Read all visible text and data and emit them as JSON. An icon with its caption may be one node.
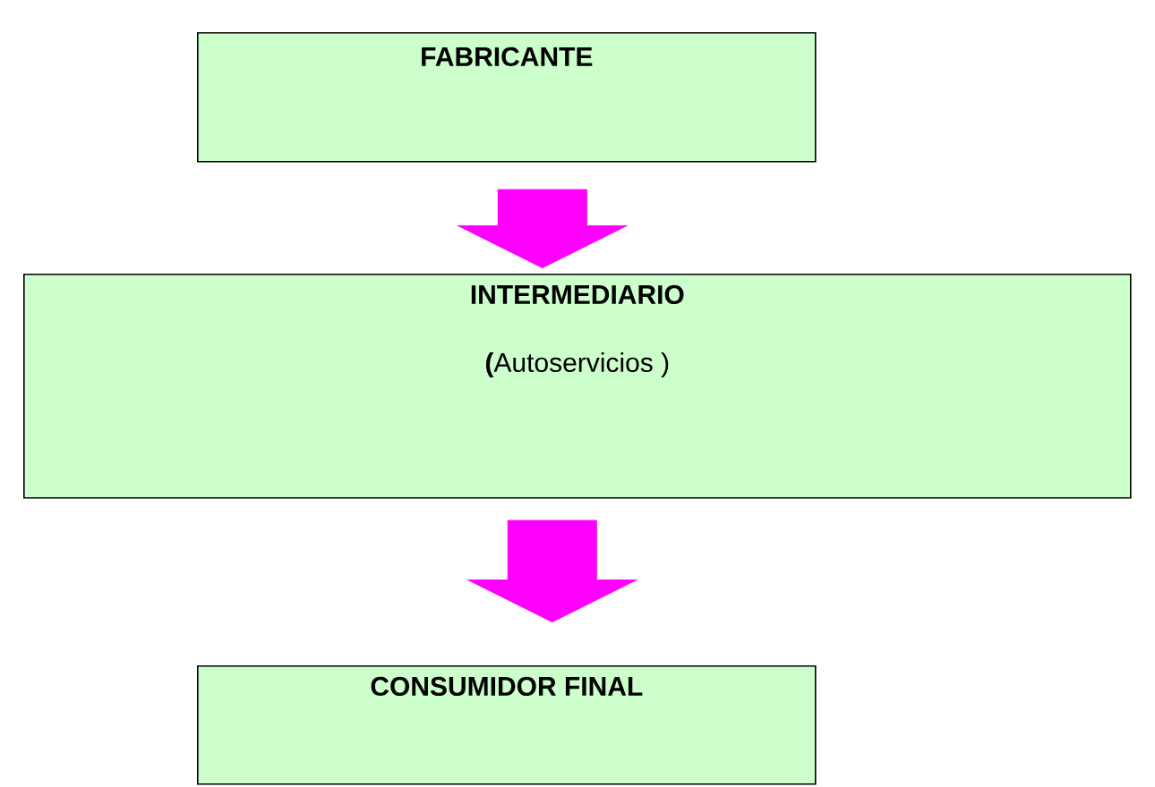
{
  "diagram": {
    "nodes": [
      {
        "text": [
          "FABRICANTE"
        ]
      },
      {
        "text": [
          "INTERMEDIARIO",
          "**(**Autoservicios )"
        ]
      },
      {
        "text": [
          "CONSUMIDOR FINAL"
        ]
      }
    ],
    "edges": [
      {
        "from": 0,
        "to": 1,
        "arrow": "to"
      },
      {
        "from": 1,
        "to": 2,
        "arrow": "to"
      }
    ]
  }
}
